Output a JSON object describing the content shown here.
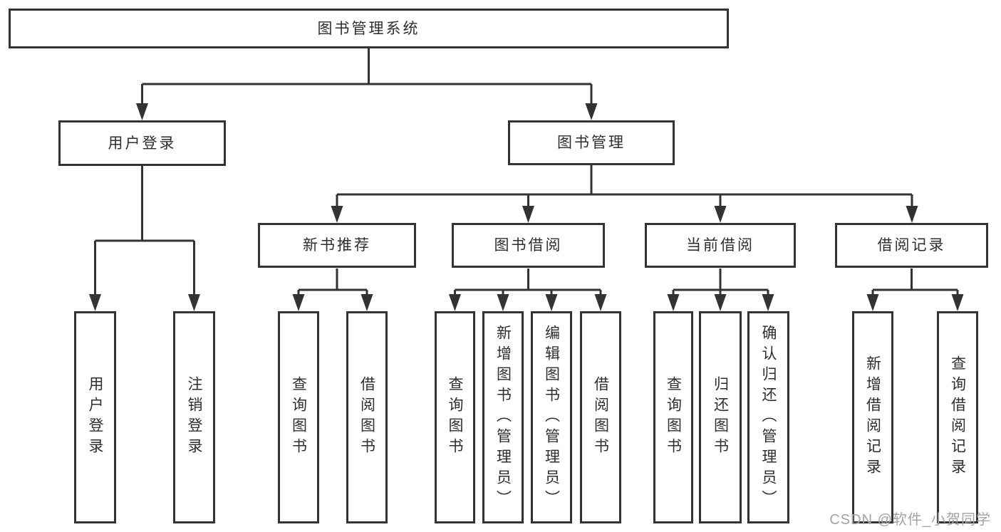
{
  "diagram": {
    "root": {
      "label": "图书管理系统"
    },
    "level2": [
      {
        "label": "用户登录"
      },
      {
        "label": "图书管理"
      }
    ],
    "level3": [
      {
        "label": "新书推荐"
      },
      {
        "label": "图书借阅"
      },
      {
        "label": "当前借阅"
      },
      {
        "label": "借阅记录"
      }
    ],
    "level4": {
      "user_login": [
        {
          "label": "用户登录"
        },
        {
          "label": "注销登录"
        }
      ],
      "new_book": [
        {
          "label": "查询图书"
        },
        {
          "label": "借阅图书"
        }
      ],
      "book_borrow": [
        {
          "label": "查询图书"
        },
        {
          "label": "新增图书（管理员）"
        },
        {
          "label": "编辑图书（管理员）"
        },
        {
          "label": "借阅图书"
        }
      ],
      "current_borrow": [
        {
          "label": "查询图书"
        },
        {
          "label": "归还图书"
        },
        {
          "label": "确认归还（管理员）"
        }
      ],
      "borrow_records": [
        {
          "label": "新增借阅记录"
        },
        {
          "label": "查询借阅记录"
        }
      ]
    }
  },
  "watermark": {
    "text": "CSDN @软件_小贺同学"
  },
  "colors": {
    "line": "#333333",
    "box_border": "#333333",
    "text": "#2e2e2e",
    "background": "#ffffff",
    "watermark": "#a3a3a3"
  }
}
